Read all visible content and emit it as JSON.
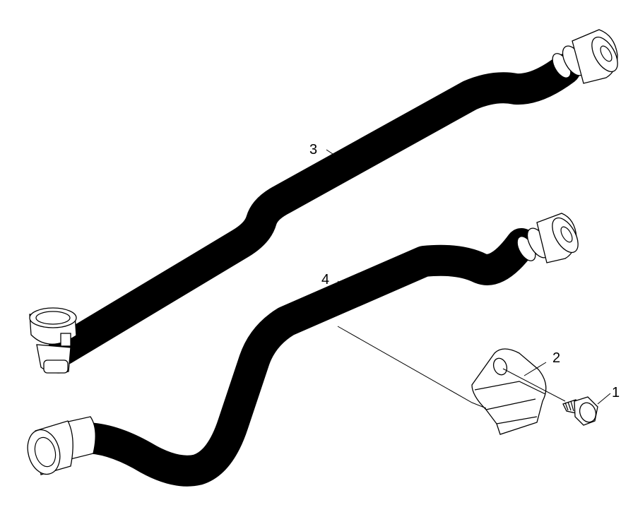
{
  "callouts": {
    "bolt": "1",
    "bracket": "2",
    "upper_pipe": "3",
    "lower_pipe": "4"
  },
  "colors": {
    "line": "#000000",
    "background": "#ffffff"
  }
}
